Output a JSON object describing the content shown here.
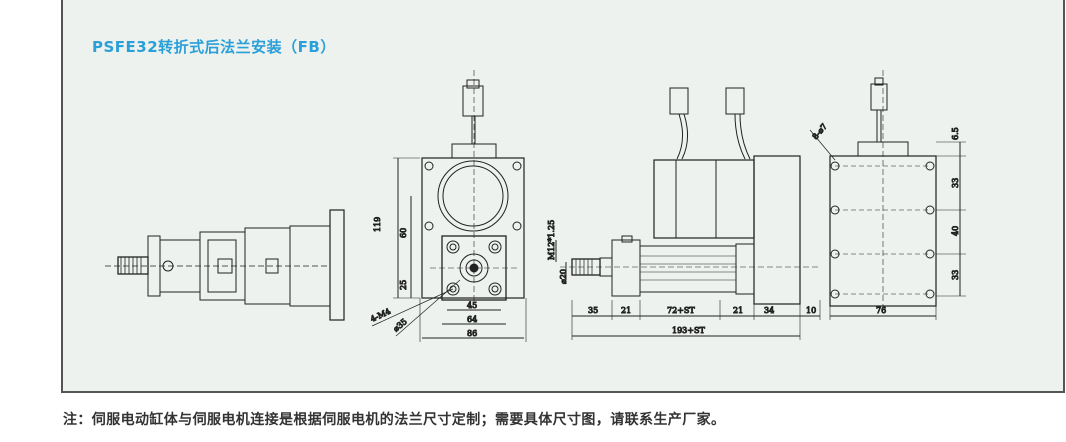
{
  "panel": {
    "title": "PSFE32转折式后法兰安装（FB）"
  },
  "front_view": {
    "dims": {
      "height_total": "119",
      "height_top": "60",
      "height_bottom": "25",
      "width_inner": "45",
      "width_mid": "64",
      "width_outer": "86",
      "holes": "4-M4",
      "pcd": "⌀35"
    }
  },
  "side_view": {
    "dims": {
      "thread": "M12*1.25",
      "rod_dia": "⌀20",
      "seg1": "35",
      "seg2": "21",
      "seg3": "72+ST",
      "seg4": "21",
      "seg5": "34",
      "seg6": "10",
      "overall": "193+ST"
    }
  },
  "flange_view": {
    "dims": {
      "angle": "8-⌀7",
      "top": "6.5",
      "row1": "33",
      "row2": "40",
      "row3": "33",
      "width": "76"
    }
  },
  "footer": {
    "note": "注：伺服电动缸体与伺服电机连接是根据伺服电机的法兰尺寸定制；需要具体尺寸图，请联系生产厂家。"
  },
  "colors": {
    "title": "#2a9fd8",
    "panel_bg": "#edf2ee",
    "line": "#222222"
  }
}
